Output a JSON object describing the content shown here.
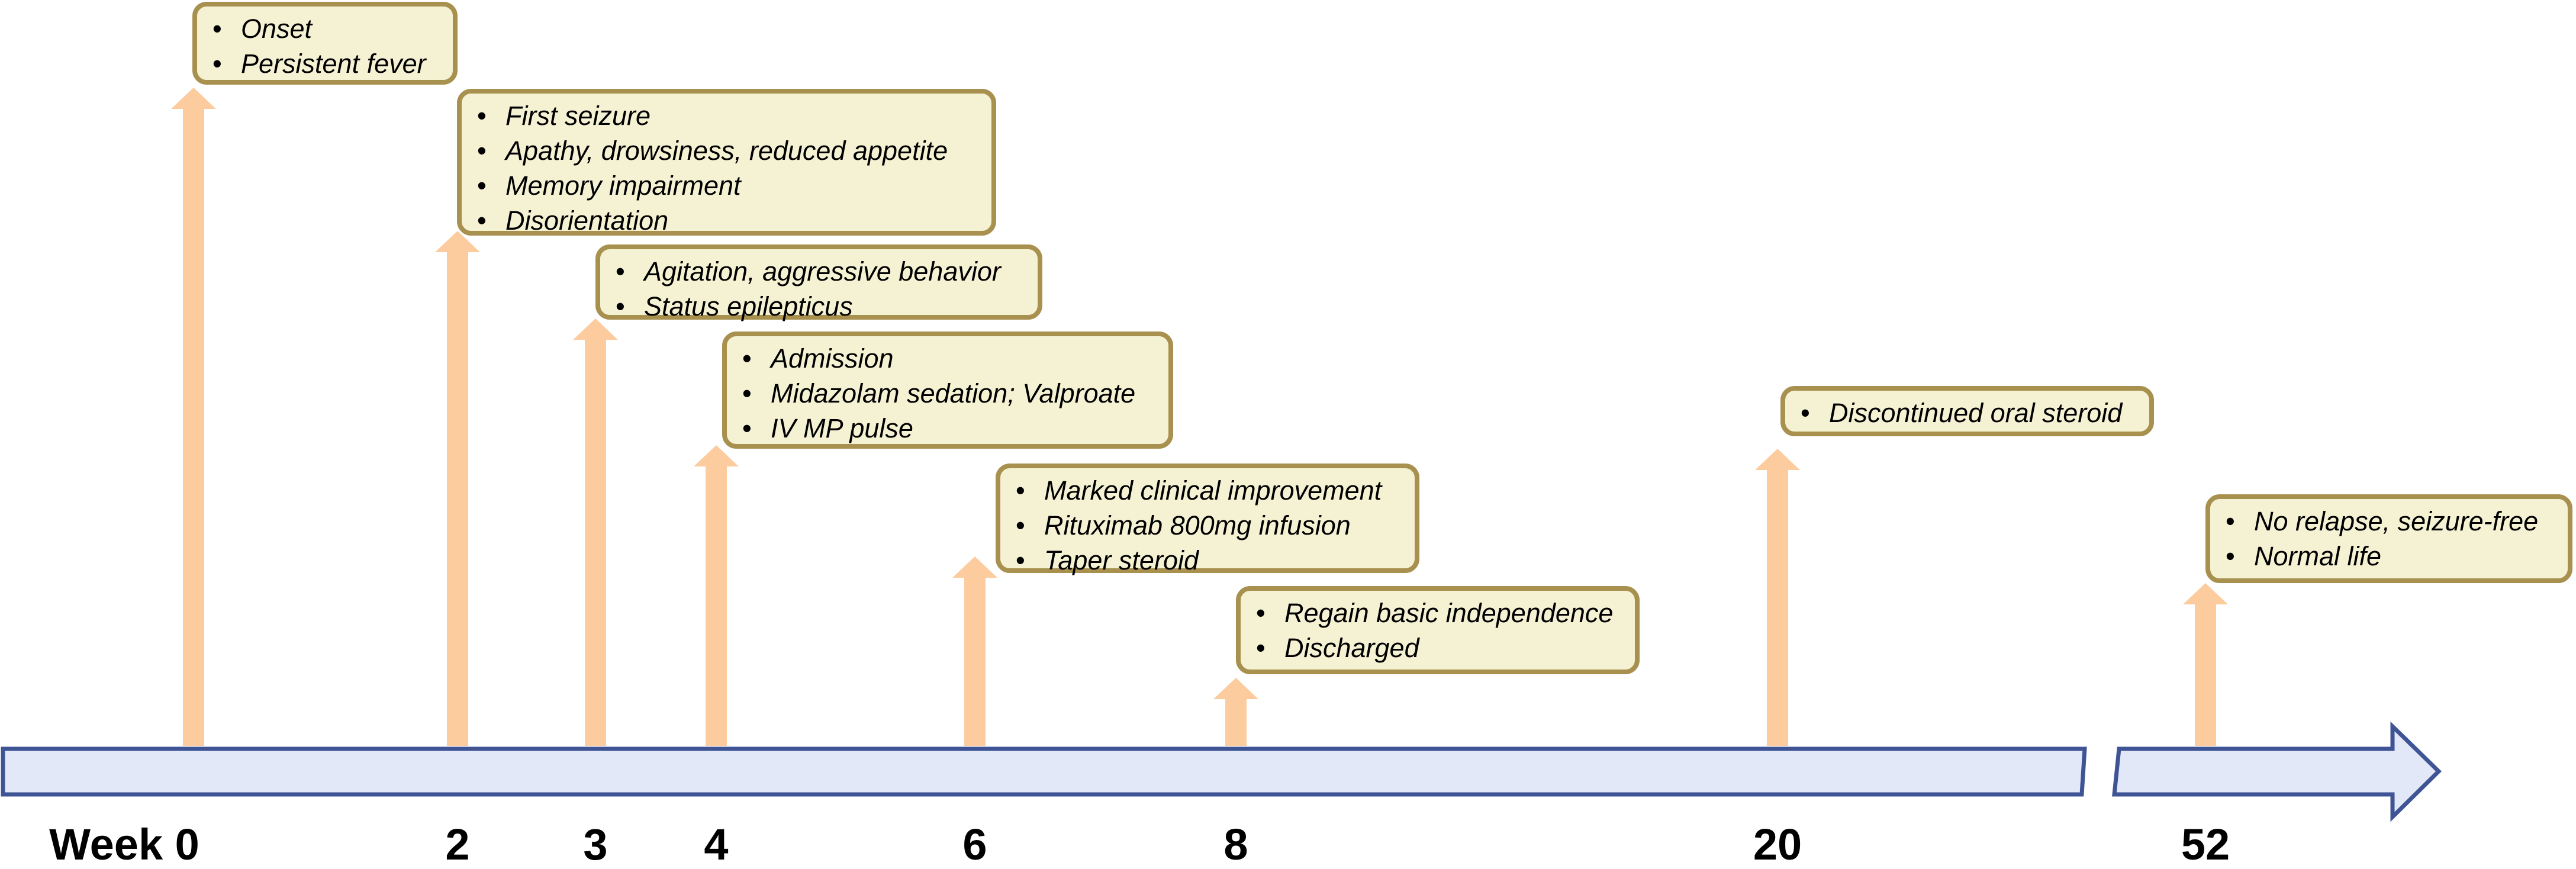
{
  "timeline": {
    "axis_color": "#3e5494",
    "axis_fill": "#e3e8f8",
    "arrow_color": "#fdcc9e",
    "box_fill": "#f5f2d4",
    "box_border": "#a8904f",
    "events": [
      {
        "label": "Week 0",
        "week": 0,
        "items": [
          "Onset",
          "Persistent fever"
        ]
      },
      {
        "label": "2",
        "week": 2,
        "items": [
          "First seizure",
          "Apathy, drowsiness, reduced appetite",
          "Memory impairment",
          "Disorientation"
        ]
      },
      {
        "label": "3",
        "week": 3,
        "items": [
          "Agitation, aggressive behavior",
          "Status epilepticus"
        ]
      },
      {
        "label": "4",
        "week": 4,
        "items": [
          "Admission",
          "Midazolam sedation; Valproate",
          "IV MP pulse"
        ]
      },
      {
        "label": "6",
        "week": 6,
        "items": [
          "Marked clinical improvement",
          "Rituximab 800mg infusion",
          "Taper steroid"
        ]
      },
      {
        "label": "8",
        "week": 8,
        "items": [
          "Regain basic independence",
          "Discharged"
        ]
      },
      {
        "label": "20",
        "week": 20,
        "items": [
          "Discontinued oral steroid"
        ]
      },
      {
        "label": "52",
        "week": 52,
        "items": [
          "No relapse, seizure-free",
          "Normal life"
        ]
      }
    ]
  }
}
